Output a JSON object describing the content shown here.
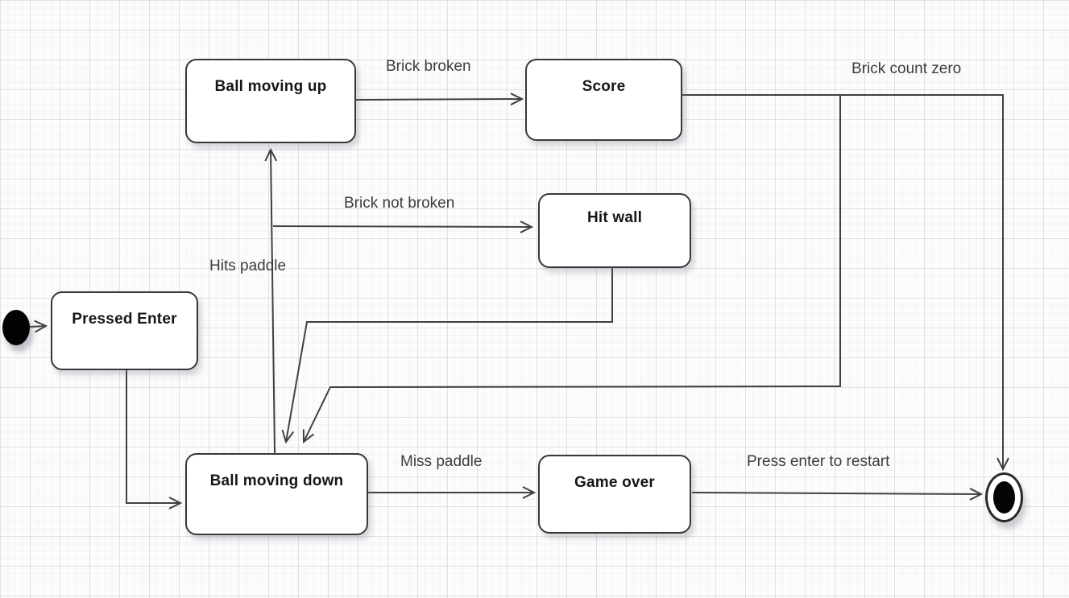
{
  "diagram": {
    "type": "uml-state-diagram",
    "subject": "Breakout game ball states",
    "states": [
      {
        "id": "pressed-enter",
        "label": "Pressed Enter"
      },
      {
        "id": "ball-moving-up",
        "label": "Ball moving up"
      },
      {
        "id": "score",
        "label": "Score"
      },
      {
        "id": "hit-wall",
        "label": "Hit wall"
      },
      {
        "id": "ball-moving-down",
        "label": "Ball moving down"
      },
      {
        "id": "game-over",
        "label": "Game over"
      }
    ],
    "pseudostates": [
      {
        "id": "initial",
        "kind": "initial-state"
      },
      {
        "id": "final",
        "kind": "final-state"
      }
    ],
    "edges": [
      {
        "from": "initial",
        "to": "pressed-enter",
        "label": ""
      },
      {
        "from": "pressed-enter",
        "to": "ball-moving-down",
        "label": ""
      },
      {
        "from": "ball-moving-down",
        "to": "ball-moving-up",
        "label": "Hits paddle"
      },
      {
        "from": "ball-moving-up",
        "to": "score",
        "label": "Brick broken"
      },
      {
        "from": "ball-moving-up",
        "to": "hit-wall",
        "label": "Brick not broken"
      },
      {
        "from": "score",
        "to": "ball-moving-down",
        "label": ""
      },
      {
        "from": "hit-wall",
        "to": "ball-moving-down",
        "label": ""
      },
      {
        "from": "score",
        "to": "final",
        "label": "Brick count zero"
      },
      {
        "from": "ball-moving-down",
        "to": "game-over",
        "label": "Miss paddle"
      },
      {
        "from": "game-over",
        "to": "final",
        "label": "Press enter to restart"
      }
    ],
    "colors": {
      "line": "#404040",
      "box_border": "#383838",
      "box_fill": "#ffffff",
      "state_text": "#161616",
      "label_text": "#3c3c3c",
      "canvas": "#fcfcfc",
      "grid": "#e4e4ea"
    }
  }
}
